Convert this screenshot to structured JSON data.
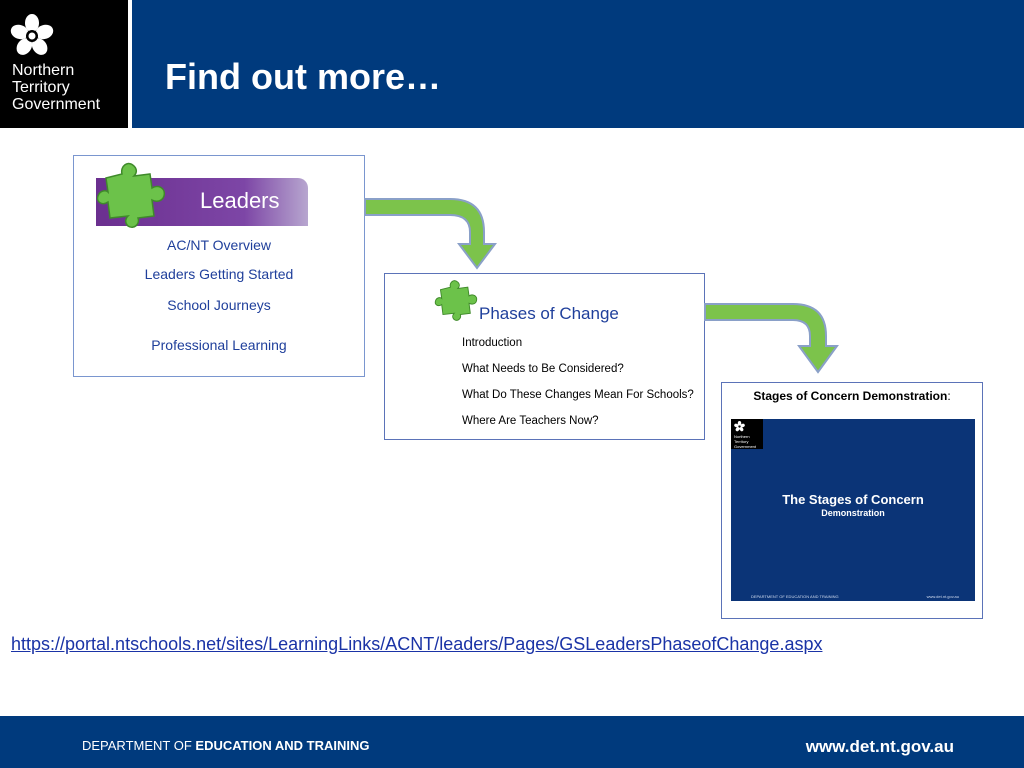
{
  "header": {
    "logo_lines": [
      "Northern",
      "Territory",
      "Government"
    ],
    "title": "Find out more…"
  },
  "leaders_panel": {
    "heading": "Leaders",
    "links": [
      "AC/NT Overview",
      "Leaders Getting Started",
      "School Journeys",
      "Professional Learning"
    ]
  },
  "phases_panel": {
    "heading": "Phases of Change",
    "items": [
      "Introduction",
      "What Needs to Be Considered?",
      "What Do These Changes Mean For Schools?",
      "Where Are Teachers Now?"
    ]
  },
  "stages_panel": {
    "title_bold": "Stages of Concern Demonstration",
    "title_suffix": ":",
    "thumb_logo_lines": [
      "Northern",
      "Territory",
      "Government"
    ],
    "thumb_title": "The Stages of Concern",
    "thumb_subtitle": "Demonstration",
    "thumb_footer_left": "DEPARTMENT OF EDUCATION AND TRAINING",
    "thumb_footer_right": "www.det.nt.gov.au"
  },
  "link": {
    "url": "https://portal.ntschools.net/sites/LearningLinks/ACNT/leaders/Pages/GSLeadersPhaseofChange.aspx"
  },
  "footer": {
    "dept_prefix": "DEPARTMENT OF ",
    "dept_bold": "EDUCATION AND TRAINING",
    "website": "www.det.nt.gov.au"
  },
  "colors": {
    "brand_blue": "#003a7d",
    "leaders_purple": "#6b2f8f",
    "puzzle_green": "#6cc24a",
    "link_blue": "#1a33a6"
  },
  "icons": [
    "flower-logo-icon",
    "puzzle-piece-icon",
    "curved-arrow-icon"
  ]
}
